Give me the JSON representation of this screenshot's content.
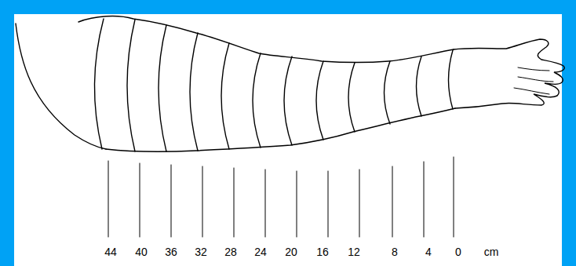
{
  "diagram": {
    "labels": [
      "44",
      "40",
      "36",
      "32",
      "28",
      "24",
      "20",
      "16",
      "12",
      "8",
      "4",
      "0",
      "cm"
    ]
  }
}
